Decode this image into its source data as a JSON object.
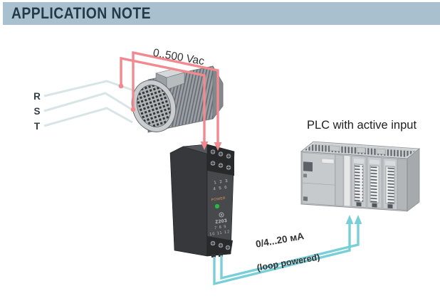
{
  "header": {
    "title": "APPLICATION NOTE"
  },
  "colors": {
    "header_bg": "#a9c1ce",
    "header_text": "#223a4a",
    "page_bg": "#ffffff",
    "phase_line": "#d8e4e6",
    "vac_line": "#f2898e",
    "ma_line": "#79cfd8",
    "label_text": "#323234",
    "phase_label_text": "#333d44",
    "led_green": "#35b04a",
    "power_text": "#dfa245",
    "module_dark": "#36383b",
    "module_front": "#47494d",
    "plc_front": "#bfc3c6"
  },
  "diagram": {
    "phase_labels": [
      "R",
      "S",
      "T"
    ],
    "vac_label": "0..500 Vac",
    "plc_label": "PLC with active input",
    "ma_label": "0/4...20 мА",
    "loop_label": "(loop powered)",
    "module": {
      "model": "Z203",
      "power_label": "POWER",
      "top_terminals_row1": "1 2 3",
      "top_terminals_row2": "4 5 6",
      "bottom_terminals_row1": "7 8 9",
      "bottom_terminals_row2": "10 11 12"
    }
  }
}
